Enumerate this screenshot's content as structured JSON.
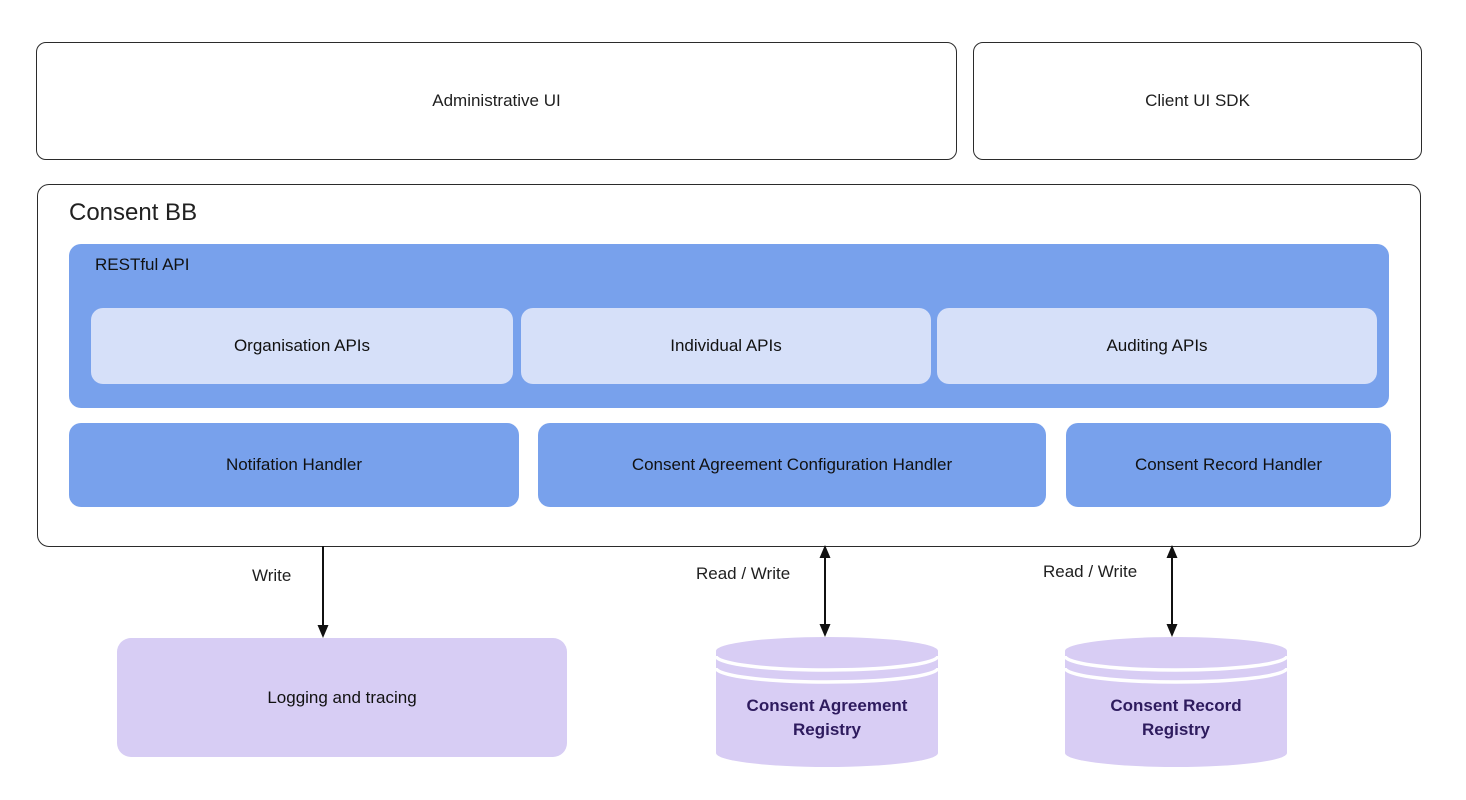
{
  "diagram": {
    "top_row": {
      "admin_ui_label": "Administrative UI",
      "client_sdk_label": "Client UI SDK"
    },
    "consent_bb": {
      "title": "Consent BB",
      "restful_api": {
        "label": "RESTful API",
        "apis": [
          "Organisation APIs",
          "Individual APIs",
          "Auditing APIs"
        ]
      },
      "handlers": [
        "Notifation Handler",
        "Consent Agreement Configuration Handler",
        "Consent Record Handler"
      ]
    },
    "connections": [
      {
        "label": "Write",
        "direction": "down"
      },
      {
        "label": "Read / Write",
        "direction": "both"
      },
      {
        "label": "Read / Write",
        "direction": "both"
      }
    ],
    "storage": {
      "logging_label": "Logging and tracing",
      "registries": [
        {
          "line1": "Consent Agreement",
          "line2": "Registry"
        },
        {
          "line1": "Consent Record",
          "line2": "Registry"
        }
      ]
    },
    "colors": {
      "box_blue": "#78a1ec",
      "box_light_blue": "#d6e0f9",
      "box_purple": "#d7cdf4",
      "cylinder_purple": "#d8cdf4",
      "registry_text": "#2e1b5e",
      "border": "#2b2b2b"
    }
  }
}
